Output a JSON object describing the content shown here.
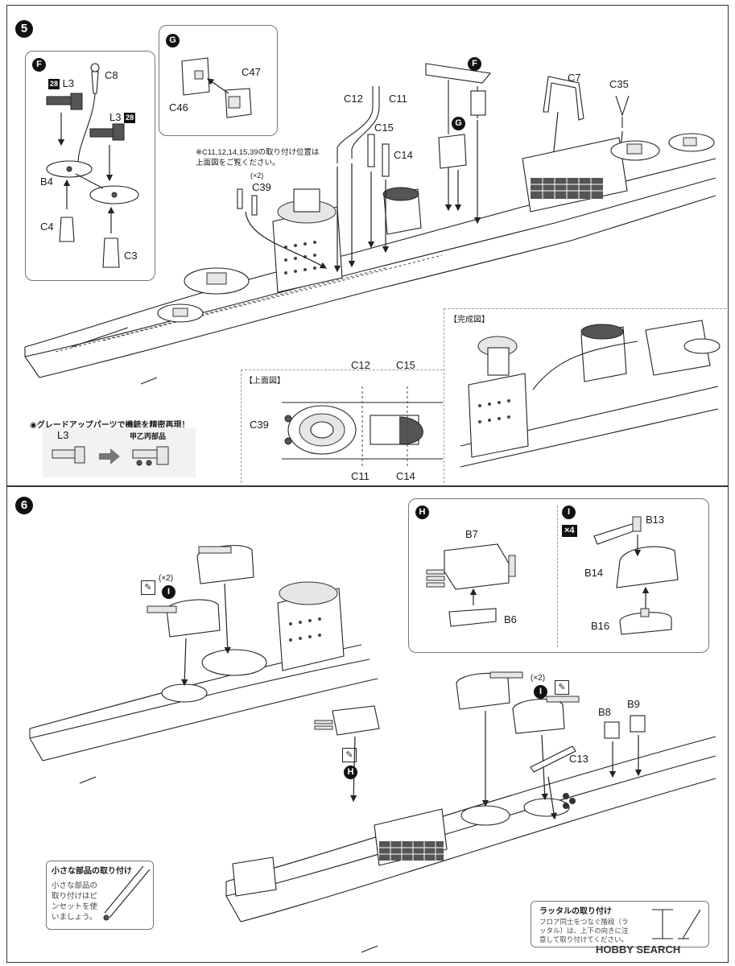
{
  "step5": {
    "number": "5",
    "subF": {
      "badge": "F",
      "parts": [
        "L3",
        "C8",
        "L3",
        "B4",
        "C4",
        "C3"
      ],
      "tag": "28"
    },
    "subG": {
      "badge": "G",
      "parts": [
        "C47",
        "C46"
      ]
    },
    "main_labels": [
      "C12",
      "C11",
      "C15",
      "C14",
      "C7",
      "C35",
      "C39"
    ],
    "x2": "(×2)",
    "mount_note": "※C11,12,14,15,39の取り付け位置は上面図をご覧ください。",
    "topview": {
      "title": "【上面図】",
      "labels": [
        "C12",
        "C15",
        "C39",
        "C11",
        "C14"
      ]
    },
    "completed": {
      "title": "【完成図】"
    },
    "upgrade": {
      "title": "◉グレードアップパーツで機銃を精密再現！",
      "from": "L3",
      "to": "甲乙丙部品"
    },
    "inline_badges": {
      "F1": "F",
      "G1": "G",
      "F2": "F"
    }
  },
  "step6": {
    "number": "6",
    "left_badge": "I",
    "left_x2": "(×2)",
    "subH": {
      "badge": "H",
      "parts": [
        "B7",
        "B6"
      ]
    },
    "subI": {
      "badge": "I",
      "multiplier": "×4",
      "parts": [
        "B13",
        "B14",
        "B16"
      ]
    },
    "right_x2": "(×2)",
    "right_badge": "I",
    "parts": [
      "C13",
      "B8",
      "B9"
    ],
    "h_badge": "H",
    "small_parts": {
      "title": "小さな部品の取り付け",
      "text": "小さな部品の取り付けはピンセットを使いましょう。"
    },
    "ladder": {
      "title": "ラッタルの取り付け",
      "text": "フロア同士をつなぐ階段（ラッタル）は、上下の向きに注意して取り付けてください。"
    }
  },
  "footer": {
    "watermark": "HOBBY SEARCH"
  }
}
